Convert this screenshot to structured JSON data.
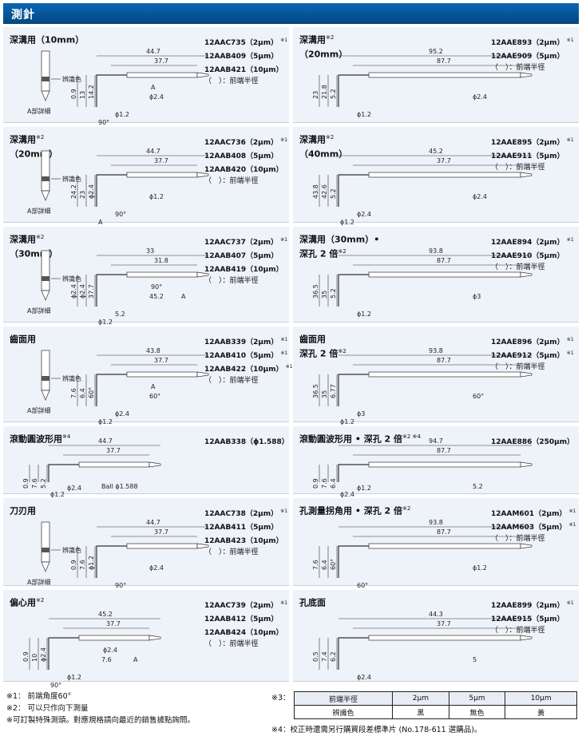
{
  "header": {
    "title": "測針"
  },
  "panels": [
    {
      "id": "p1",
      "title": "深溝用（10mm）",
      "sup": "",
      "codes": [
        {
          "code": "12AAC735（2μm）",
          "sup": "※1"
        },
        {
          "code": "12AAB409（5μm）",
          "sup": ""
        },
        {
          "code": "12AAB421（10μm）",
          "sup": ""
        }
      ],
      "note": "（　）：前端半徑",
      "dims": {
        "d1": "44.7",
        "d2": "37.7",
        "d3": "0.9",
        "d4": "13",
        "d5": "14.2",
        "d6": "ϕ2.4",
        "d7": "ϕ1.2",
        "d8": "90°",
        "d9": "A"
      },
      "detail": "A部詳細",
      "mark": "辨識色",
      "mark_sup": "※3"
    },
    {
      "id": "p2",
      "title": "深溝用",
      "sup": "※2",
      "title2": "（20mm）",
      "codes": [
        {
          "code": "12AAE893（2μm）",
          "sup": "※1"
        },
        {
          "code": "12AAE909（5μm）",
          "sup": ""
        }
      ],
      "note": "（　）：前端半徑",
      "dims": {
        "d1": "95.2",
        "d2": "87.7",
        "d3": "23",
        "d4": "21.8",
        "d5": "5.2",
        "d6": "ϕ2.4",
        "d7": "ϕ1.2"
      }
    },
    {
      "id": "p3",
      "title": "深溝用",
      "sup": "※2",
      "title2": "（20mm）",
      "codes": [
        {
          "code": "12AAC736（2μm）",
          "sup": "※1"
        },
        {
          "code": "12AAB408（5μm）",
          "sup": ""
        },
        {
          "code": "12AAB420（10μm）",
          "sup": ""
        }
      ],
      "note": "（　）：前端半徑",
      "dims": {
        "d1": "44.7",
        "d2": "37.7",
        "d3": "24.2",
        "d4": "23",
        "d5": "ϕ2.4",
        "d6": "ϕ1.2",
        "d7": "90°",
        "d8": "A"
      },
      "detail": "A部詳細",
      "mark": "辨識色",
      "mark_sup": "※3"
    },
    {
      "id": "p4",
      "title": "深溝用",
      "sup": "※2",
      "title2": "（40mm）",
      "codes": [
        {
          "code": "12AAE895（2μm）",
          "sup": "※1"
        },
        {
          "code": "12AAE911（5μm）",
          "sup": ""
        }
      ],
      "note": "（　）：前端半徑",
      "dims": {
        "d1": "45.2",
        "d2": "37.7",
        "d3": "43.8",
        "d4": "42.6",
        "d5": "5.2",
        "d6": "ϕ2.4",
        "d7": "ϕ2.4",
        "d8": "ϕ1.2"
      }
    },
    {
      "id": "p5",
      "title": "深溝用",
      "sup": "※2",
      "title2": "（30mm）",
      "codes": [
        {
          "code": "12AAC737（2μm）",
          "sup": "※1"
        },
        {
          "code": "12AAB407（5μm）",
          "sup": ""
        },
        {
          "code": "12AAB419（10μm）",
          "sup": ""
        }
      ],
      "note": "（　）：前端半徑",
      "dims": {
        "d1": "33",
        "d2": "31.8",
        "d3": "ϕ2.4",
        "d4": "ϕ2.4",
        "d5": "37.7",
        "d6": "45.2",
        "d7": "5.2",
        "d8": "ϕ1.2",
        "d9": "90°",
        "d10": "A"
      },
      "detail": "A部詳細",
      "mark": "辨識色",
      "mark_sup": "※3"
    },
    {
      "id": "p6",
      "title": "深溝用（30mm）•",
      "sup": "",
      "title2": "深孔 2 倍",
      "sup2": "※2",
      "codes": [
        {
          "code": "12AAE894（2μm）",
          "sup": "※1"
        },
        {
          "code": "12AAE910（5μm）",
          "sup": ""
        }
      ],
      "note": "（　）：前端半徑",
      "dims": {
        "d1": "93.8",
        "d2": "87.7",
        "d3": "36.5",
        "d4": "35",
        "d5": "5.2",
        "d6": "ϕ3",
        "d7": "ϕ1.2"
      }
    },
    {
      "id": "p7",
      "title": "齒面用",
      "sup": "",
      "codes": [
        {
          "code": "12AAB339（2μm）",
          "sup": "※1"
        },
        {
          "code": "12AAB410（5μm）",
          "sup": "※1"
        },
        {
          "code": "12AAB422（10μm）",
          "sup": "※1"
        }
      ],
      "note": "（　）：前端半徑",
      "dims": {
        "d1": "43.8",
        "d2": "37.7",
        "d3": "7.6",
        "d4": "6.4",
        "d5": "60°",
        "d6": "60°",
        "d7": "ϕ2.4",
        "d8": "ϕ1.2",
        "d9": "A"
      },
      "detail": "A部詳細",
      "mark": "辨識色",
      "mark_sup": "※3"
    },
    {
      "id": "p8",
      "title": "齒面用",
      "sup": "",
      "title2": "深孔 2 倍",
      "sup2": "※2",
      "codes": [
        {
          "code": "12AAE896（2μm）",
          "sup": "※1"
        },
        {
          "code": "12AAE912（5μm）",
          "sup": "※1"
        }
      ],
      "note": "（　）：前端半徑",
      "dims": {
        "d1": "93.8",
        "d2": "87.7",
        "d3": "36.5",
        "d4": "35",
        "d5": "6.77",
        "d6": "60°",
        "d7": "ϕ3",
        "d8": "ϕ1.2"
      }
    },
    {
      "id": "p9",
      "title": "滾動圓波形用",
      "sup": "※4",
      "codes": [
        {
          "code": "12AAB338（ϕ1.588）",
          "sup": ""
        }
      ],
      "note": "",
      "dims": {
        "d1": "44.7",
        "d2": "37.7",
        "d3": "0.9",
        "d4": "7.6",
        "d5": "5.2",
        "d6": "Ball ϕ1.588",
        "d7": "ϕ2.4",
        "d8": "ϕ1.2"
      }
    },
    {
      "id": "p10",
      "title": "滾動圓波形用 • 深孔 2 倍",
      "sup": "※2 ※4",
      "codes": [
        {
          "code": "12AAE886（250μm）",
          "sup": ""
        }
      ],
      "note": "",
      "dims": {
        "d1": "94.7",
        "d2": "87.7",
        "d3": "0.9",
        "d4": "7.6",
        "d5": "6.4",
        "d6": "5.2",
        "d7": "ϕ1.2",
        "d8": "ϕ2.4"
      }
    },
    {
      "id": "p11",
      "title": "刀刃用",
      "sup": "",
      "codes": [
        {
          "code": "12AAC738（2μm）",
          "sup": "※1"
        },
        {
          "code": "12AAB411（5μm）",
          "sup": ""
        },
        {
          "code": "12AAB423（10μm）",
          "sup": ""
        }
      ],
      "note": "（　）：前端半徑",
      "dims": {
        "d1": "44.7",
        "d2": "37.7",
        "d3": "0.9",
        "d4": "7.6",
        "d5": "ϕ1.2",
        "d6": "ϕ2.4",
        "d7": "90°",
        "d8": "A"
      },
      "detail": "A部詳細",
      "mark": "辨識色",
      "mark_sup": "※3"
    },
    {
      "id": "p12",
      "title": "孔測量拐角用 • 深孔 2 倍",
      "sup": "※2",
      "codes": [
        {
          "code": "12AAM601（2μm）",
          "sup": "※1"
        },
        {
          "code": "12AAM603（5μm）",
          "sup": "※1"
        }
      ],
      "note": "（　）：前端半徑",
      "dims": {
        "d1": "93.8",
        "d2": "87.7",
        "d3": "7.6",
        "d4": "6.4",
        "d5": "60°",
        "d6": "ϕ1.2",
        "d7": "60°",
        "d8": "ϕ2.4"
      }
    },
    {
      "id": "p13",
      "title": "偏心用",
      "sup": "※2",
      "codes": [
        {
          "code": "12AAC739（2μm）",
          "sup": "※1"
        },
        {
          "code": "12AAB412（5μm）",
          "sup": ""
        },
        {
          "code": "12AAB424（10μm）",
          "sup": ""
        }
      ],
      "note": "（　）：前端半徑",
      "dims": {
        "d1": "45.2",
        "d2": "37.7",
        "d3": "0.9",
        "d4": "10",
        "d5": "ϕ2.4",
        "d6": "7.6",
        "d7": "ϕ1.2",
        "d8": "90°",
        "d9": "ϕ2.4",
        "d10": "A"
      }
    },
    {
      "id": "p14",
      "title": "孔底面",
      "sup": "",
      "codes": [
        {
          "code": "12AAE899（2μm）",
          "sup": "※1"
        },
        {
          "code": "12AAE915（5μm）",
          "sup": ""
        }
      ],
      "note": "（　）：前端半徑",
      "dims": {
        "d1": "44.3",
        "d2": "37.7",
        "d3": "0.5",
        "d4": "7.4",
        "d5": "6.2",
        "d6": "5",
        "d7": "ϕ2.4"
      }
    }
  ],
  "footnotes": [
    "※1： 前端角度60°",
    "※2： 可以只作向下測量",
    "※可訂製特殊測頭。對應規格請向最近的銷售據點詢問。"
  ],
  "legend": {
    "mark": "※3：",
    "headers": [
      "前端半徑",
      "2μm",
      "5μm",
      "10μm"
    ],
    "row": [
      "辨識色",
      "黑",
      "無色",
      "黃"
    ]
  },
  "note4": "※4：校正時還需另行購買段差標準片 (No.178-611 選購品)。"
}
